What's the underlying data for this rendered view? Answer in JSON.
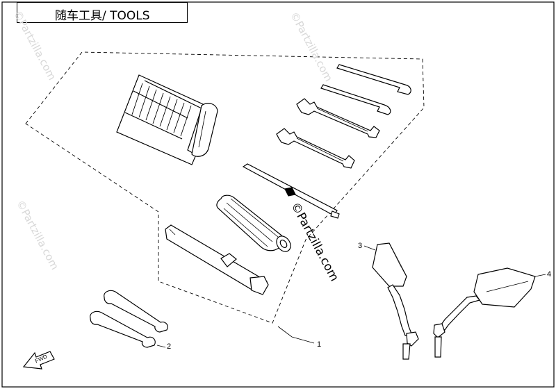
{
  "title": "随车工具/ TOOLS",
  "callouts": {
    "c1": "1",
    "c2": "2",
    "c3": "3",
    "c4": "4"
  },
  "watermark": "©Partzilla.com",
  "fwd_label": "FWD",
  "parts": [
    {
      "id": "1",
      "name": "tool kit"
    },
    {
      "id": "2",
      "name": "rubber straps"
    },
    {
      "id": "3",
      "name": "left rear-view mirror"
    },
    {
      "id": "4",
      "name": "right rear-view mirror"
    }
  ]
}
